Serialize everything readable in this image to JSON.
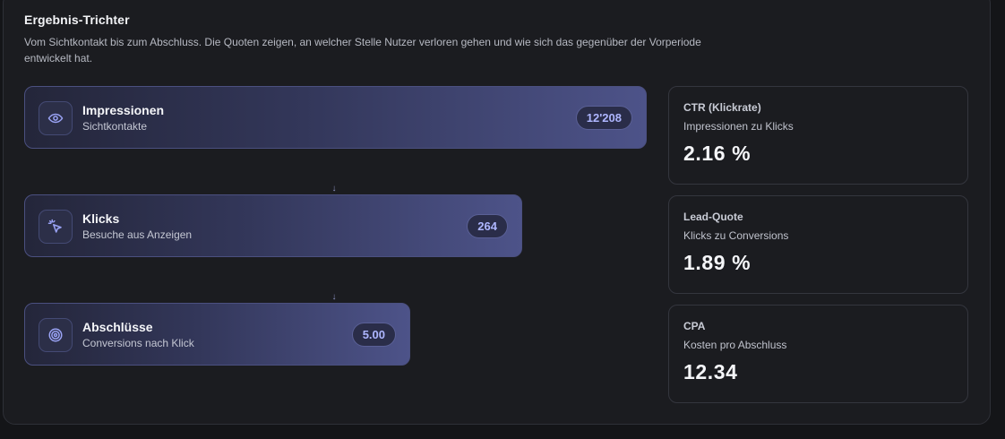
{
  "section": {
    "title": "Ergebnis-Trichter",
    "description": "Vom Sichtkontakt bis zum Abschluss. Die Quoten zeigen, an welcher Stelle Nutzer verloren gehen und wie sich das gegenüber der Vorperiode entwickelt hat."
  },
  "funnel": [
    {
      "icon": "eye-icon",
      "label": "Impressionen",
      "sub": "Sichtkontakte",
      "value": "12'208"
    },
    {
      "icon": "cursor-click-icon",
      "label": "Klicks",
      "sub": "Besuche aus Anzeigen",
      "value": "264"
    },
    {
      "icon": "target-icon",
      "label": "Abschlüsse",
      "sub": "Conversions nach Klick",
      "value": "5.00"
    }
  ],
  "arrows": [
    "↓",
    "↓"
  ],
  "metrics": [
    {
      "label": "CTR (Klickrate)",
      "sub": "Impressionen zu Klicks",
      "value": "2.16 %"
    },
    {
      "label": "Lead-Quote",
      "sub": "Klicks zu Conversions",
      "value": "1.89 %"
    },
    {
      "label": "CPA",
      "sub": "Kosten pro Abschluss",
      "value": "12.34"
    }
  ],
  "colors": {
    "accent": "#aeb6ff",
    "bar_start": "#24263a",
    "bar_end": "#4d5389",
    "card_bg": "#1b1c20"
  }
}
